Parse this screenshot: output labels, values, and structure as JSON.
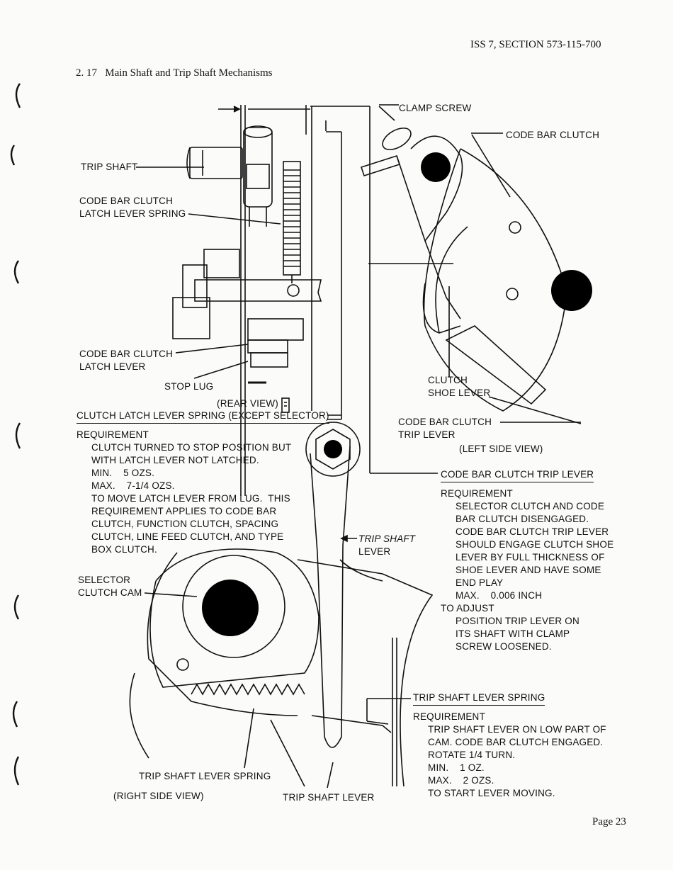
{
  "header": {
    "issue": "ISS 7, SECTION 573-115-700",
    "page": "Page 23"
  },
  "section": {
    "number": "2. 17",
    "title": "Main Shaft and Trip Shaft Mechanisms"
  },
  "rear_view": {
    "trip_shaft": "TRIP SHAFT",
    "spring_l1": "CODE BAR CLUTCH",
    "spring_l2": "LATCH LEVER SPRING",
    "latch_l1": "CODE BAR CLUTCH",
    "latch_l2": "LATCH LEVER",
    "stop_lug": "STOP LUG",
    "caption": "(REAR VIEW)"
  },
  "left_view": {
    "clamp_screw": "CLAMP SCREW",
    "code_bar_clutch": "CODE BAR CLUTCH",
    "shoe_l1": "CLUTCH",
    "shoe_l2": "SHOE LEVER",
    "trip_l1": "CODE BAR CLUTCH",
    "trip_l2": "TRIP LEVER",
    "caption": "(LEFT SIDE VIEW)"
  },
  "spec1": {
    "heading": "CLUTCH LATCH LEVER SPRING (EXCEPT SELECTOR)",
    "req": "REQUIREMENT",
    "lines": [
      "CLUTCH TURNED TO STOP POSITION BUT",
      "WITH LATCH LEVER NOT LATCHED.",
      "MIN.    5 OZS.",
      "MAX.    7-1/4 OZS.",
      "TO MOVE LATCH LEVER FROM LUG.  THIS",
      "REQUIREMENT APPLIES TO CODE BAR",
      "CLUTCH, FUNCTION CLUTCH, SPACING",
      "CLUTCH, LINE FEED CLUTCH, AND TYPE",
      "BOX CLUTCH."
    ]
  },
  "spec2": {
    "heading": "CODE BAR CLUTCH TRIP LEVER",
    "req": "REQUIREMENT",
    "lines": [
      "SELECTOR CLUTCH AND CODE",
      "BAR CLUTCH DISENGAGED.",
      "CODE BAR CLUTCH TRIP LEVER",
      "SHOULD ENGAGE CLUTCH SHOE",
      "LEVER BY FULL THICKNESS OF",
      "SHOE LEVER AND HAVE SOME",
      "END PLAY",
      "MAX.    0.006 INCH"
    ],
    "adjust": "TO ADJUST",
    "adjust_lines": [
      "POSITION TRIP LEVER ON",
      "ITS SHAFT WITH CLAMP",
      "SCREW LOOSENED."
    ]
  },
  "right_view": {
    "trip_shaft_lever_l1": "TRIP SHAFT",
    "trip_shaft_lever_l2": "LEVER",
    "cam_l1": "SELECTOR",
    "cam_l2": "CLUTCH CAM",
    "spring": "TRIP SHAFT LEVER SPRING",
    "caption": "(RIGHT SIDE VIEW)",
    "lever": "TRIP SHAFT LEVER"
  },
  "spec3": {
    "heading": "TRIP SHAFT LEVER SPRING",
    "req": "REQUIREMENT",
    "lines": [
      "TRIP SHAFT LEVER ON LOW PART OF",
      "CAM.  CODE BAR CLUTCH ENGAGED.",
      "ROTATE 1/4 TURN.",
      "MIN.    1 OZ.",
      "MAX.    2 OZS.",
      "TO START LEVER MOVING."
    ]
  }
}
